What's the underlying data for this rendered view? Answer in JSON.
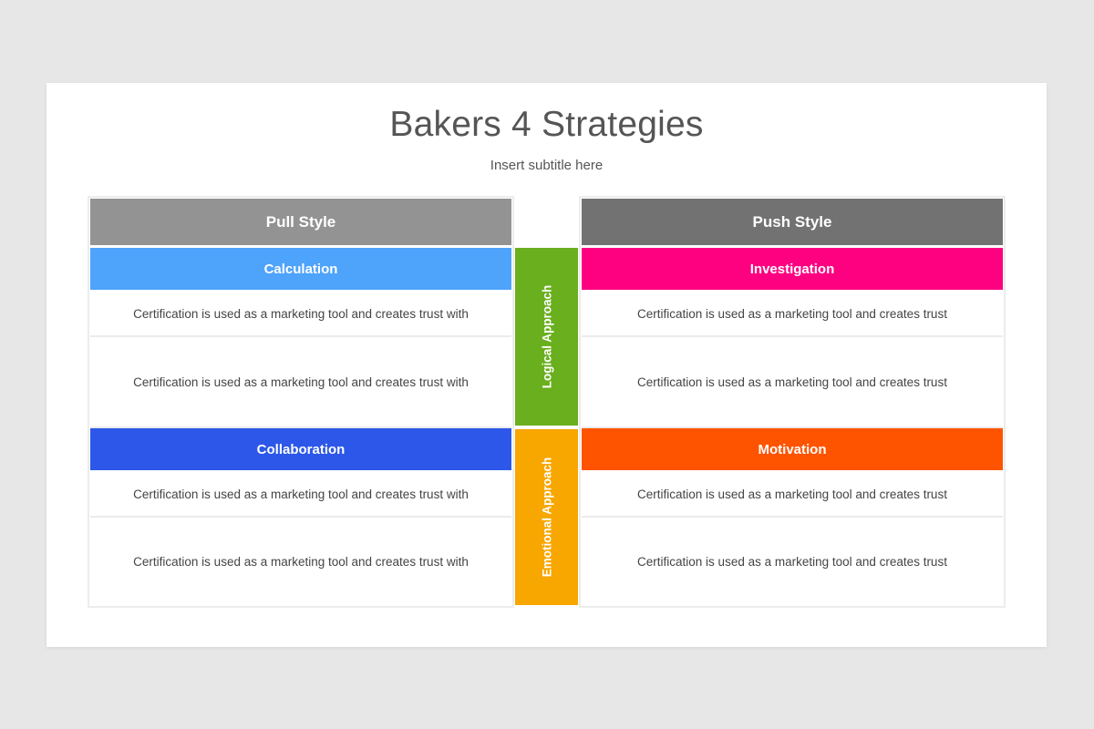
{
  "slide": {
    "title": "Bakers 4 Strategies",
    "subtitle": "Insert subtitle here"
  },
  "columns": [
    {
      "label": "Pull Style",
      "color": "#939393"
    },
    {
      "label": "Push Style",
      "color": "#727272"
    }
  ],
  "approaches": [
    {
      "label": "Logical Approach",
      "color": "#6aaf1e"
    },
    {
      "label": "Emotional Approach",
      "color": "#f8a600"
    }
  ],
  "quadrants": {
    "calculation": {
      "label": "Calculation",
      "color": "#4ea3fb",
      "texts": [
        "Certification is used as a marketing tool and creates trust with",
        "Certification is used as a marketing tool and creates trust with"
      ]
    },
    "investigation": {
      "label": "Investigation",
      "color": "#fe0180",
      "texts": [
        "Certification is used as a marketing tool and creates trust",
        "Certification is used as a marketing tool and creates trust"
      ]
    },
    "collaboration": {
      "label": "Collaboration",
      "color": "#2c57e8",
      "texts": [
        "Certification is used as a marketing tool and creates trust with",
        "Certification is used as a marketing tool and creates trust with"
      ]
    },
    "motivation": {
      "label": "Motivation",
      "color": "#fe5400",
      "texts": [
        "Certification is used as a marketing tool and creates trust",
        "Certification is used as a marketing tool and creates trust"
      ]
    }
  }
}
